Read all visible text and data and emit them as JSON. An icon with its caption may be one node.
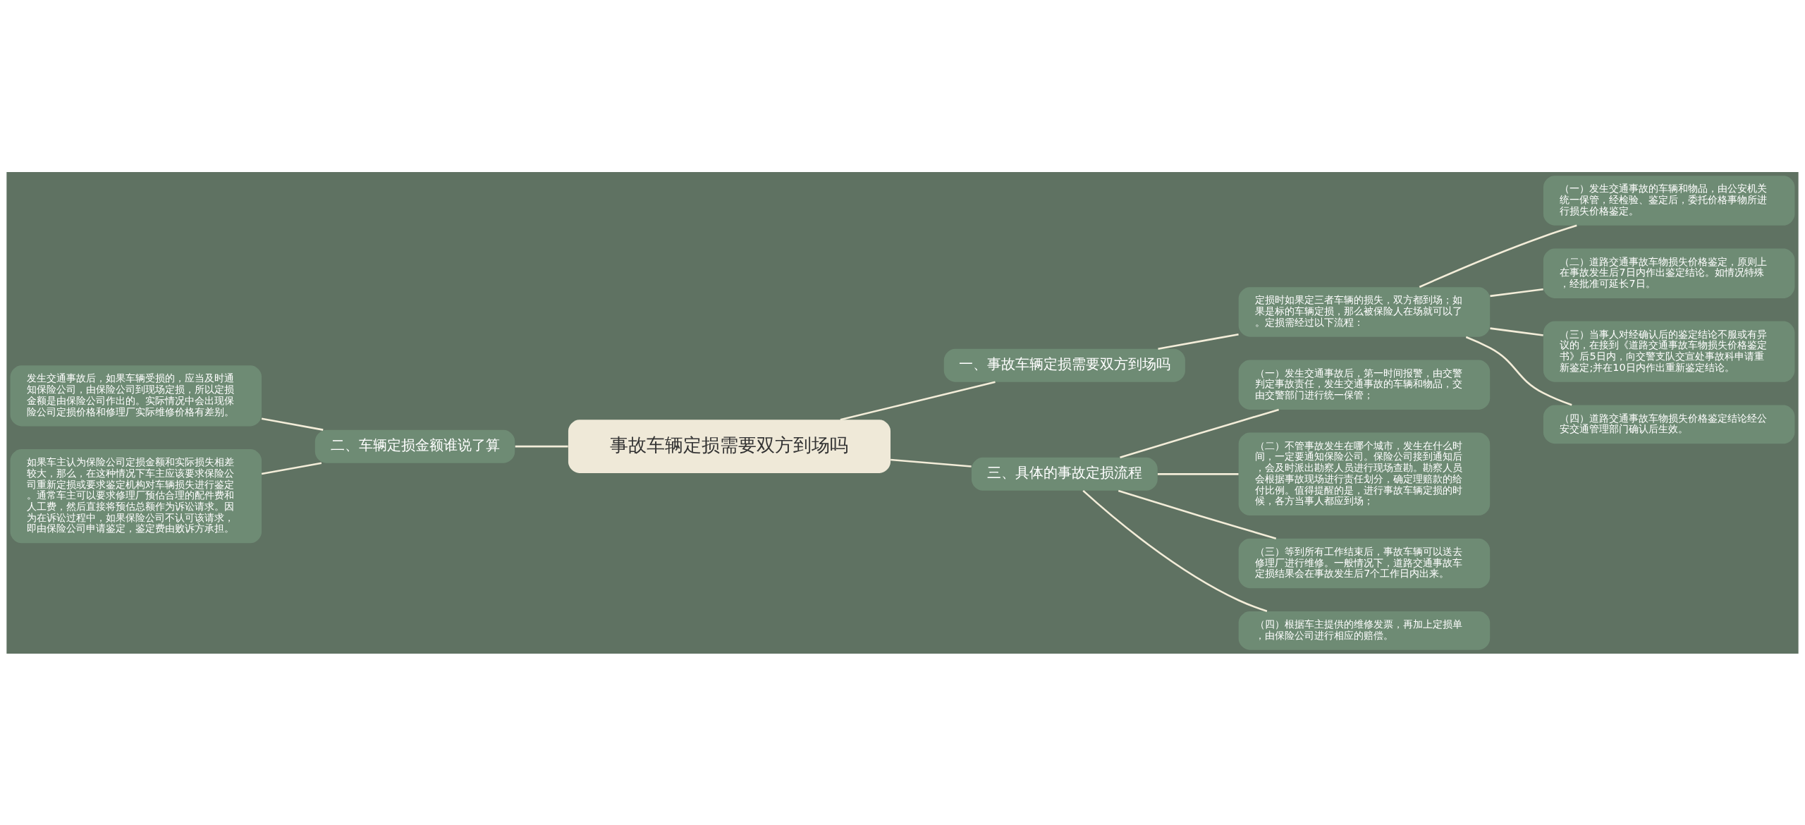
{
  "diagram": {
    "nodes": [
      {
        "text": [
          "事故车辆定损需要双方到场吗"
        ]
      },
      {
        "text": [
          "一、事故车辆定损需要双方到场吗"
        ]
      },
      {
        "text": [
          "定损时如果定三者车辆的损失，双方都到场；如果是标的车辆定损，那么被保险人在场就可以了。定损需经过以下流程："
        ]
      },
      {
        "text": [
          "（一）发生交通事故的车辆和物品，由公安机关统一保管，经检验、鉴定后，委托价格事物所进行损失价格鉴定。"
        ]
      },
      {
        "text": [
          "（二）道路交通事故车物损失价格鉴定，原则上在事故发生后7日内作出鉴定结论。如情况特殊，经批准可延长7日。"
        ]
      },
      {
        "text": [
          "（三）当事人对经确认后的鉴定结论不服或有异议的，在接到《道路交通事故车物损失价格鉴定书》后5日内，向交警支队交宣处事故科申请重新鉴定;并在10日内作出重新鉴定结论。"
        ]
      },
      {
        "text": [
          "（四）道路交通事故车物损失价格鉴定结论经公安交通管理部门确认后生效。"
        ]
      },
      {
        "text": [
          "二、车辆定损金额谁说了算"
        ]
      },
      {
        "text": [
          "发生交通事故后，如果车辆受损的，应当及时通知保险公司，由保险公司到现场定损，所以定损金额是由保险公司作出的。实际情况中会出现保险公司定损价格和修理厂实际维修价格有差别。"
        ]
      },
      {
        "text": [
          "如果车主认为保险公司定损金额和实际损失相差较大，那么，在这种情况下车主应该要求保险公司重新定损或要求鉴定机构对车辆损失进行鉴定。通常车主可以要求修理厂预估合理的配件费和人工费，然后直接将预估总额作为诉讼请求。因为在诉讼过程中，如果保险公司不认可该请求，即由保险公司申请鉴定，鉴定费由败诉方承担。"
        ]
      },
      {
        "text": [
          "三、具体的事故定损流程"
        ]
      },
      {
        "text": [
          "（一）发生交通事故后，第一时间报警，由交警判定事故责任，发生交通事故的车辆和物品，交由交警部门进行统一保管；"
        ]
      },
      {
        "text": [
          "（二）不管事故发生在哪个城市，发生在什么时间，一定要通知保险公司。保险公司接到通知后，会及时派出勘察人员进行现场查勘。勘察人员会根据事故现场进行责任划分，确定理赔款的给付比例。值得提醒的是，进行事故车辆定损的时候，各方当事人都应到场；"
        ]
      },
      {
        "text": [
          "（三）等到所有工作结束后，事故车辆可以送去修理厂进行维修。一般情况下，道路交通事故车定损结果会在事故发生后7个工作日内出来。"
        ]
      },
      {
        "text": [
          "（四）根据车主提供的维修发票，再加上定损单，由保险公司进行相应的赔偿。"
        ]
      }
    ],
    "edges": [
      {
        "from": 0,
        "to": 1,
        "arrow": "none"
      },
      {
        "from": 1,
        "to": 2,
        "arrow": "none"
      },
      {
        "from": 2,
        "to": 3,
        "arrow": "none"
      },
      {
        "from": 2,
        "to": 4,
        "arrow": "none"
      },
      {
        "from": 2,
        "to": 5,
        "arrow": "none"
      },
      {
        "from": 2,
        "to": 6,
        "arrow": "none"
      },
      {
        "from": 0,
        "to": 7,
        "arrow": "none"
      },
      {
        "from": 7,
        "to": 8,
        "arrow": "none"
      },
      {
        "from": 7,
        "to": 9,
        "arrow": "none"
      },
      {
        "from": 0,
        "to": 10,
        "arrow": "none"
      },
      {
        "from": 10,
        "to": 11,
        "arrow": "none"
      },
      {
        "from": 10,
        "to": 12,
        "arrow": "none"
      },
      {
        "from": 10,
        "to": 13,
        "arrow": "none"
      },
      {
        "from": 10,
        "to": 14,
        "arrow": "none"
      }
    ]
  }
}
